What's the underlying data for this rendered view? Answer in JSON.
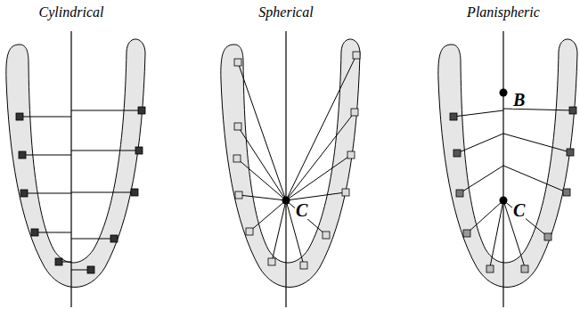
{
  "diagram": {
    "labels": [
      "Cylindrical",
      "Spherical",
      "Planispheric",
      "C",
      "B",
      "C"
    ]
  }
}
